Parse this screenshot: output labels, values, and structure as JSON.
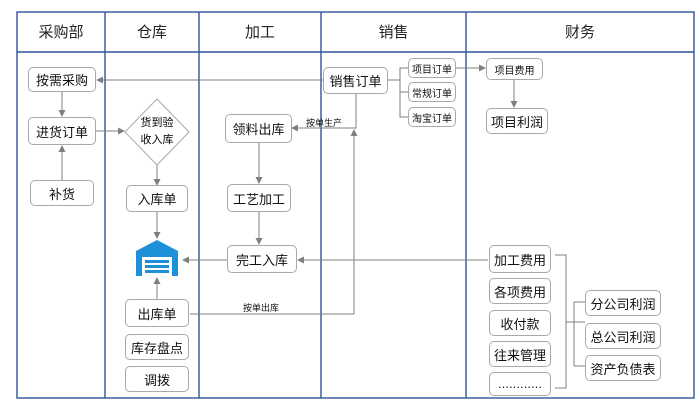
{
  "headers": {
    "purchasing": "采购部",
    "warehouse": "仓库",
    "processing": "加工",
    "sales": "销售",
    "finance": "财务"
  },
  "purchasing": {
    "on_demand_purchase": "按需采购",
    "purchase_order": "进货订单",
    "replenish": "补货"
  },
  "warehouse": {
    "goods_arrival_check": "货到验\n收入库",
    "receipt_slip": "入库单",
    "warehouse_icon": "warehouse-icon",
    "delivery_slip": "出库单",
    "stock_count": "库存盘点",
    "transfer": "调拨"
  },
  "processing": {
    "material_issue": "领料出库",
    "process": "工艺加工",
    "finished_goods_in": "完工入库",
    "produce_per_order_label": "按单生产",
    "ship_per_order_label": "按单出库"
  },
  "sales": {
    "sales_order": "销售订单",
    "project_order": "项目订单",
    "regular_order": "常规订单",
    "taobao_order": "淘宝订单"
  },
  "finance": {
    "project_cost": "项目费用",
    "project_profit": "项目利润",
    "processing_cost": "加工费用",
    "misc_costs": "各项费用",
    "receipts_payments": "收付款",
    "accounts_management": "往来管理",
    "more": "…………",
    "branch_profit": "分公司利润",
    "hq_profit": "总公司利润",
    "balance_sheet": "资产负债表"
  },
  "colors": {
    "line": "#7f7f7f",
    "border": "#a9a9a9",
    "warehouse_icon": "#1e8fd9"
  }
}
